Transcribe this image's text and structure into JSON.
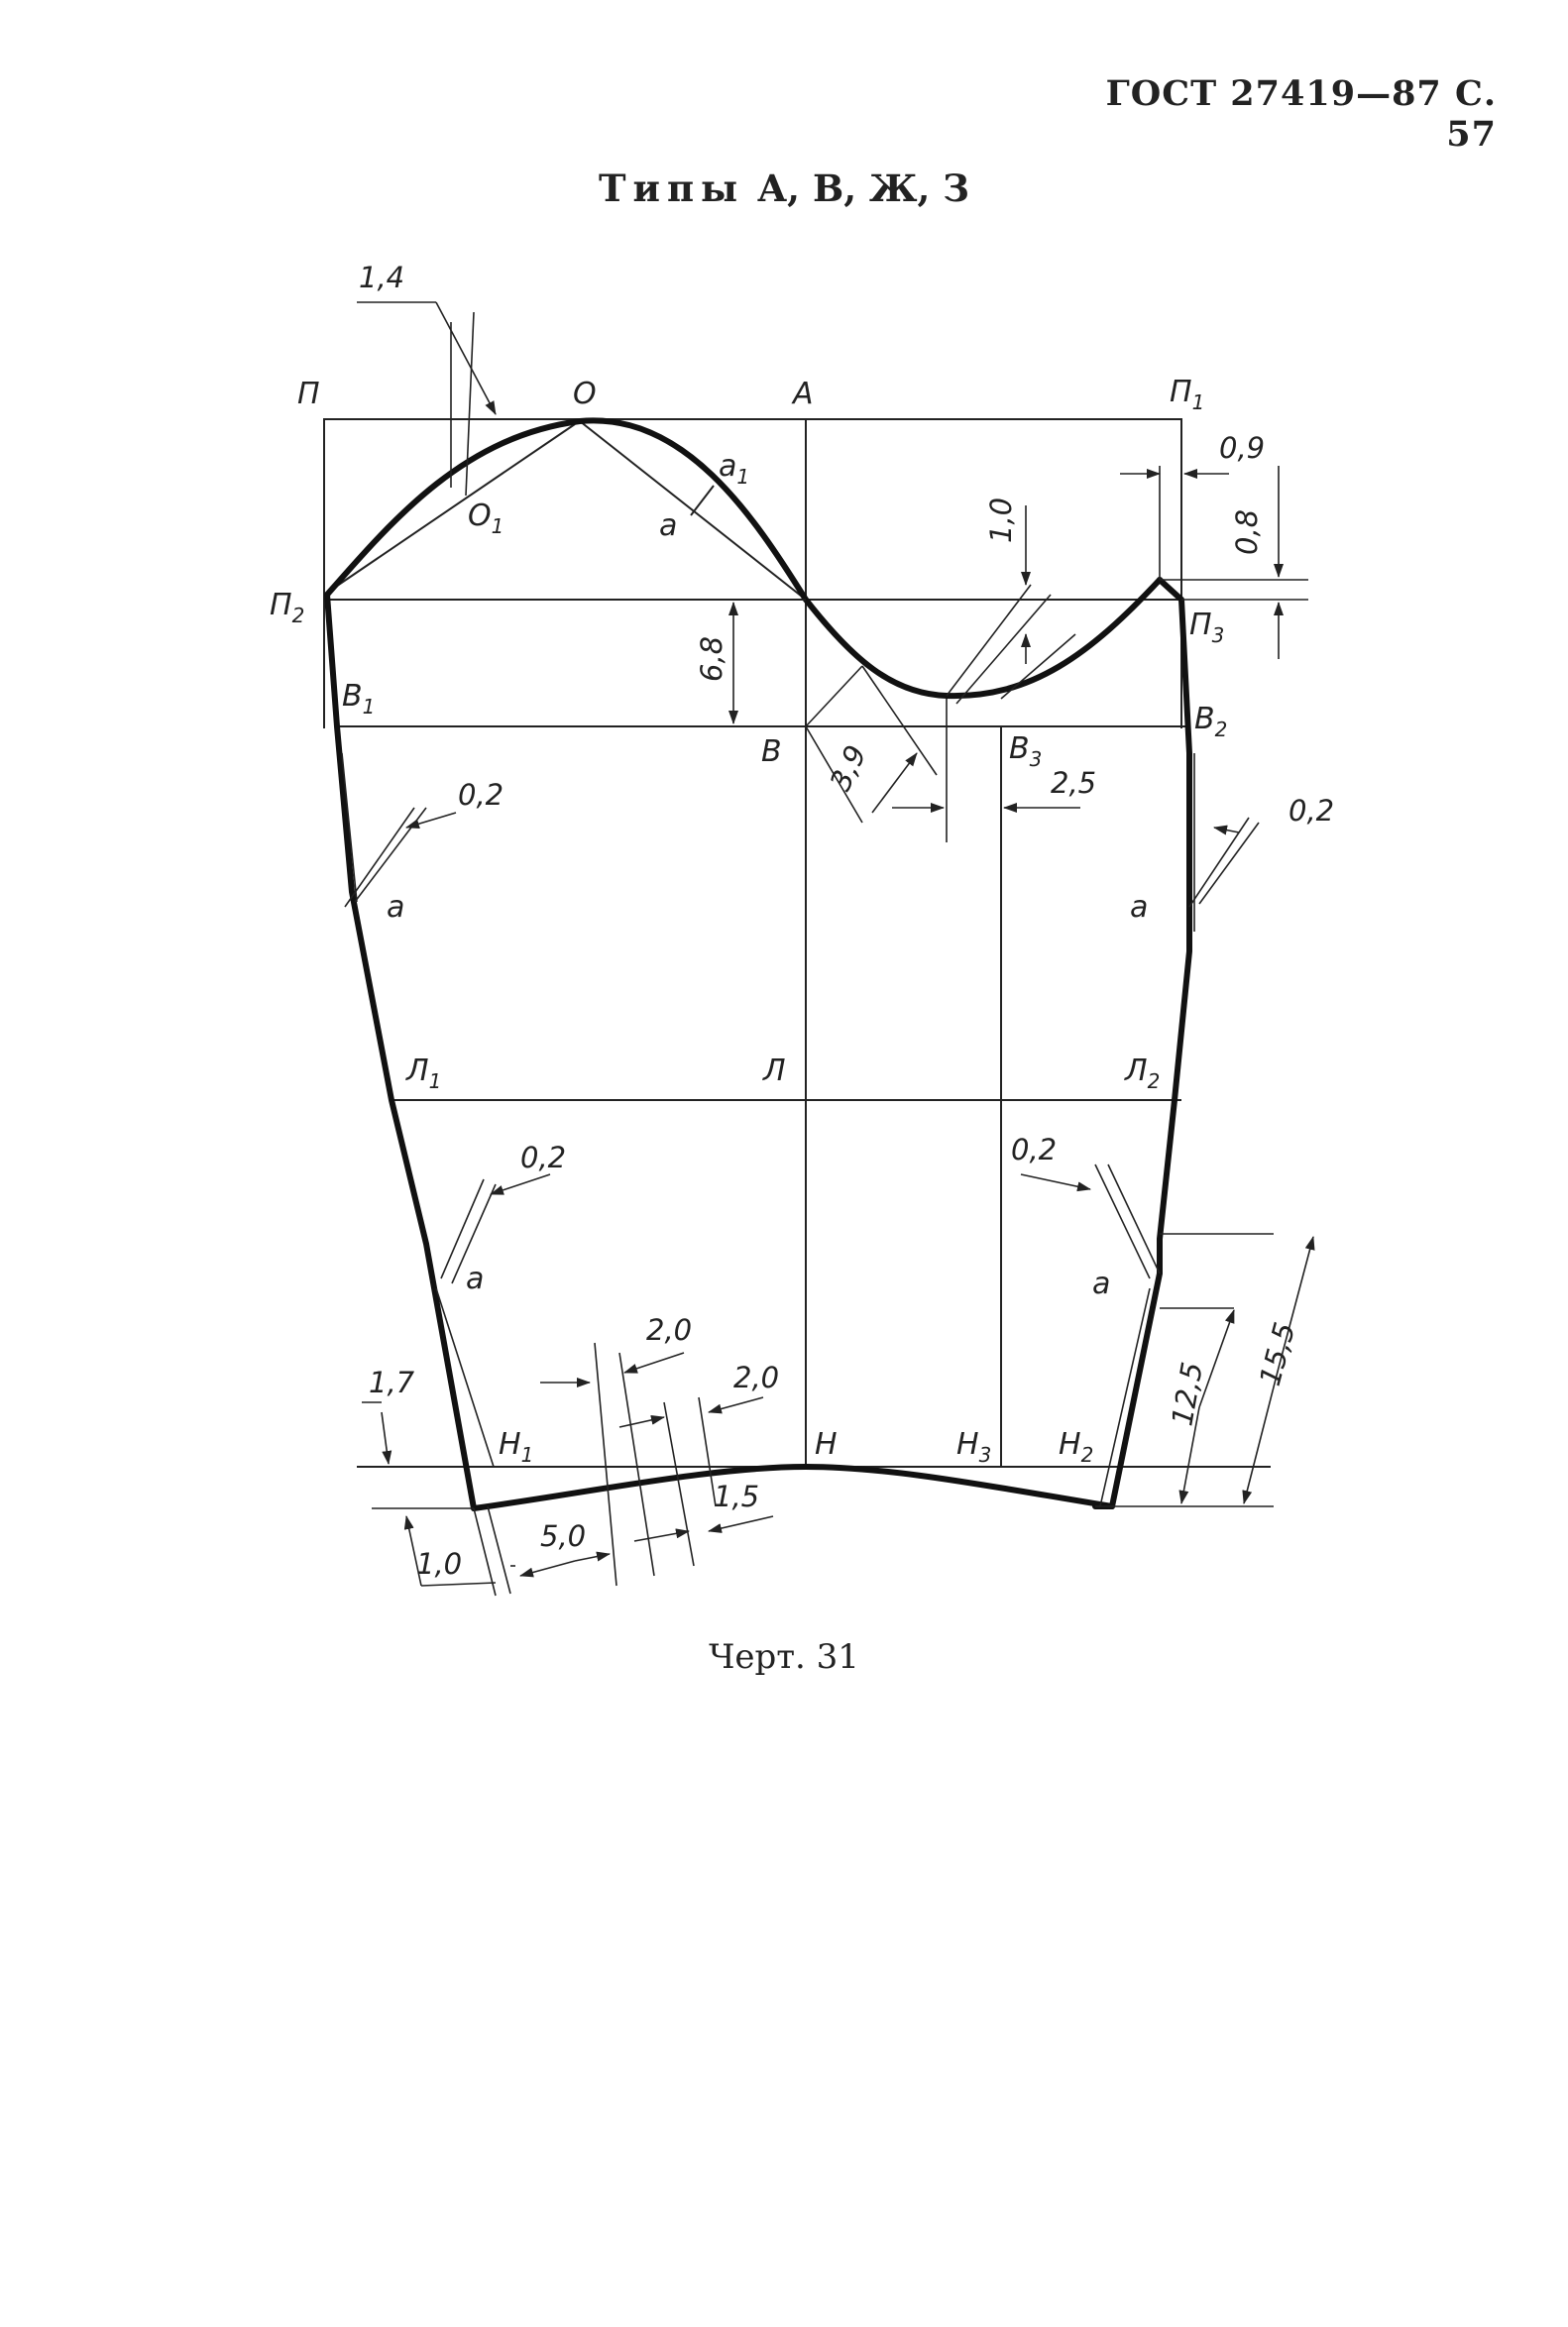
{
  "header": {
    "reference": "ГОСТ 27419—87 С. 57"
  },
  "title": {
    "prefix": "Типы",
    "types": "А, В, Ж, З"
  },
  "caption": "Черт. 31",
  "points": {
    "P": "П",
    "O": "О",
    "A": "А",
    "P1": "П",
    "P1_sub": "1",
    "O1": "О",
    "O1_sub": "1",
    "a_top": "а",
    "a1": "а",
    "a1_sub": "1",
    "P2": "П",
    "P2_sub": "2",
    "P3": "П",
    "P3_sub": "3",
    "B1": "В",
    "B1_sub": "1",
    "B": "В",
    "B3": "В",
    "B3_sub": "3",
    "B2": "В",
    "B2_sub": "2",
    "a_left_upper": "а",
    "a_right_upper": "а",
    "L1": "Л",
    "L1_sub": "1",
    "L": "Л",
    "L2": "Л",
    "L2_sub": "2",
    "a_left_lower": "а",
    "a_right_lower": "а",
    "H1": "Н",
    "H1_sub": "1",
    "H": "Н",
    "H3": "Н",
    "H3_sub": "3",
    "H2": "Н",
    "H2_sub": "2"
  },
  "dimensions": {
    "d_1_4": "1,4",
    "d_0_9": "0,9",
    "d_0_8": "0,8",
    "d_1_0_top": "1,0",
    "d_6_8": "6,8",
    "d_3_9": "3,9",
    "d_2_5": "2,5",
    "d_0_2_left_upper": "0,2",
    "d_0_2_right_upper": "0,2",
    "d_0_2_left_lower": "0,2",
    "d_0_2_right_lower": "0,2",
    "d_1_7": "1,7",
    "d_1_0_bottom": "1,0",
    "d_5_0": "5,0",
    "d_2_0_a": "2,0",
    "d_2_0_b": "2,0",
    "d_1_5": "1,5",
    "d_12_5": "12,5",
    "d_15_5": "15,5"
  }
}
